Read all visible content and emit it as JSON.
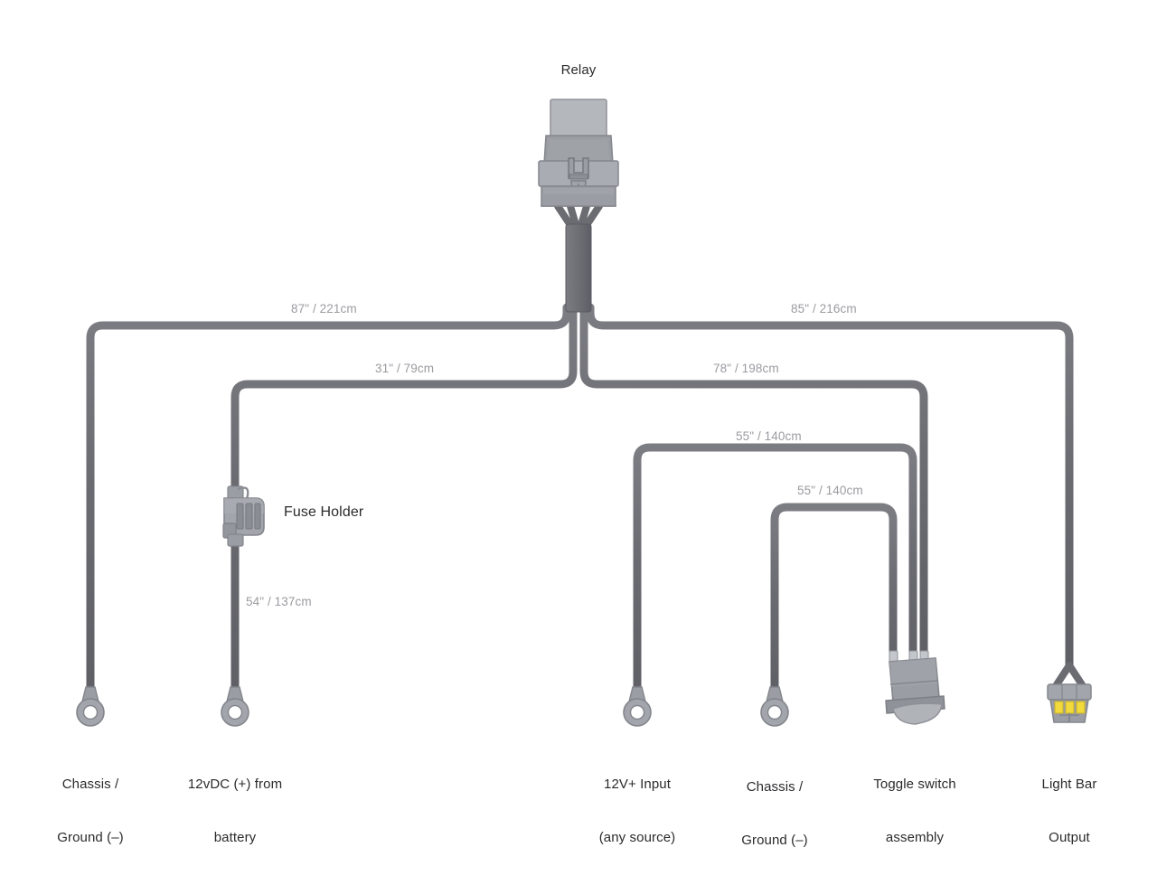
{
  "diagram": {
    "title": "Relay",
    "colors": {
      "wire": "#6b6b72",
      "wire_edge": "#5d5d64",
      "background": "#ffffff",
      "component_light": "#b4b7bc",
      "component_mid": "#9a9da3",
      "component_dark": "#85888e",
      "terminal_yellow": "#f2d93c",
      "measure_text": "#9b9ba1",
      "label_text": "#2b2b2e"
    }
  },
  "components": {
    "relay": {
      "label": "Relay",
      "icon": "relay-icon"
    },
    "fuse_holder": {
      "label": "Fuse Holder",
      "icon": "fuse-holder-icon"
    },
    "toggle_switch": {
      "icon": "toggle-switch-icon"
    },
    "light_bar_connector": {
      "icon": "deutsch-connector-icon"
    }
  },
  "measurements": [
    {
      "id": "left-upper",
      "text": "87\" / 221cm"
    },
    {
      "id": "right-upper",
      "text": "85\" / 216cm"
    },
    {
      "id": "left-lower",
      "text": "31\" / 79cm"
    },
    {
      "id": "right-lower",
      "text": "78\" / 198cm"
    },
    {
      "id": "switch-upper",
      "text": "55\" / 140cm"
    },
    {
      "id": "switch-lower",
      "text": "55\" / 140cm"
    },
    {
      "id": "fuse-leg",
      "text": "54\" / 137cm"
    }
  ],
  "terminals": [
    {
      "id": "chassis-ground-left",
      "line1": "Chassis /",
      "line2": "Ground (–)"
    },
    {
      "id": "battery-positive",
      "line1": "12vDC (+) from",
      "line2": "battery"
    },
    {
      "id": "input-12v",
      "line1": "12V+ Input",
      "line2": "(any source)"
    },
    {
      "id": "chassis-ground-right",
      "line1": "Chassis /",
      "line2": "Ground (–)"
    },
    {
      "id": "toggle-switch",
      "line1": "Toggle switch",
      "line2": "assembly"
    },
    {
      "id": "light-bar-output",
      "line1": "Light Bar",
      "line2": "Output"
    }
  ]
}
